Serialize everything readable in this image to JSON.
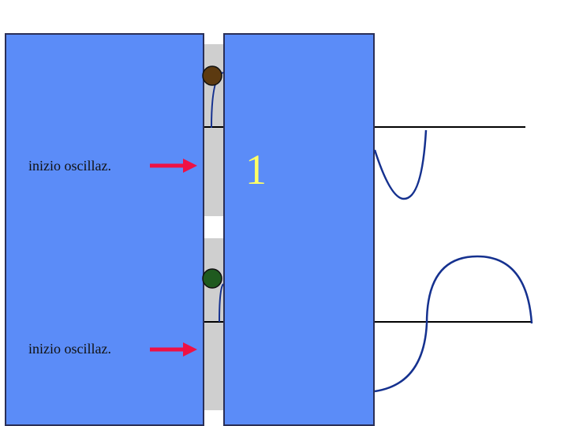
{
  "labels": {
    "top": "inizio oscillaz.",
    "bottom": "inizio oscillaz."
  },
  "step_number": "1",
  "colors": {
    "panel_fill": "#5b8cf8",
    "panel_border": "#2a2f57",
    "rail": "#cfcfcf",
    "arrow": "#ee1144",
    "number_text": "#ffff66",
    "wave": "#15318f",
    "ball_top": "#5c3a10",
    "ball_bottom": "#1f5a1f"
  }
}
